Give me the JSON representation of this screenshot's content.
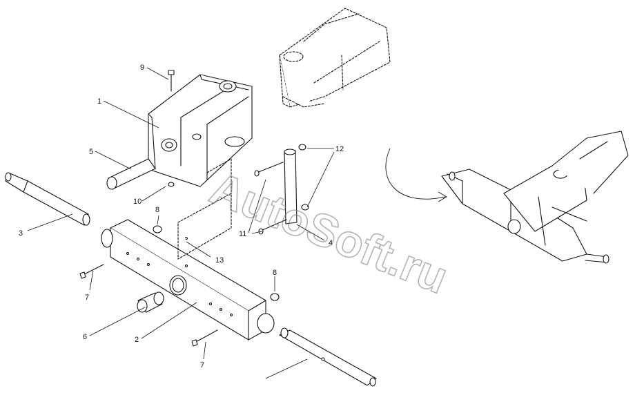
{
  "watermark": "AutoSoft.ru",
  "callouts": {
    "c1": "1",
    "c2": "2",
    "c3": "3",
    "c4": "4",
    "c5": "5",
    "c6": "6",
    "c7a": "7",
    "c7b": "7",
    "c8a": "8",
    "c8b": "8",
    "c9": "9",
    "c10": "10",
    "c11": "11",
    "c12": "12",
    "c13": "13"
  },
  "colors": {
    "line": "#111111",
    "watermark": "#777777",
    "background": "#ffffff"
  }
}
